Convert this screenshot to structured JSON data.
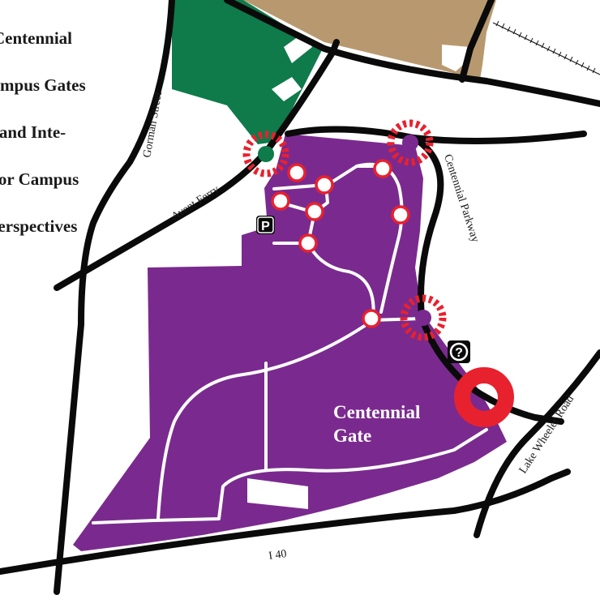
{
  "title": {
    "lines": [
      "Centennial",
      "Campus Gates",
      "and Inte-",
      "rior Campus",
      "Perspectives"
    ]
  },
  "streets": {
    "gorman": "Gorman Street",
    "avent_ferry": "Avent Ferry",
    "centennial_parkway": "Centennial Parkway",
    "lake_wheeler": "Lake Wheeler Road",
    "interstate": "I 40"
  },
  "gate": {
    "line1": "Centennial",
    "line2": "Gate"
  },
  "icons": {
    "parking": "P",
    "info": "?"
  },
  "colors": {
    "campus": "#7a2a8e",
    "woods": "#0f7a4a",
    "field": "#b8996f",
    "road": "#0a0a0a",
    "marker": "#e8212e"
  }
}
